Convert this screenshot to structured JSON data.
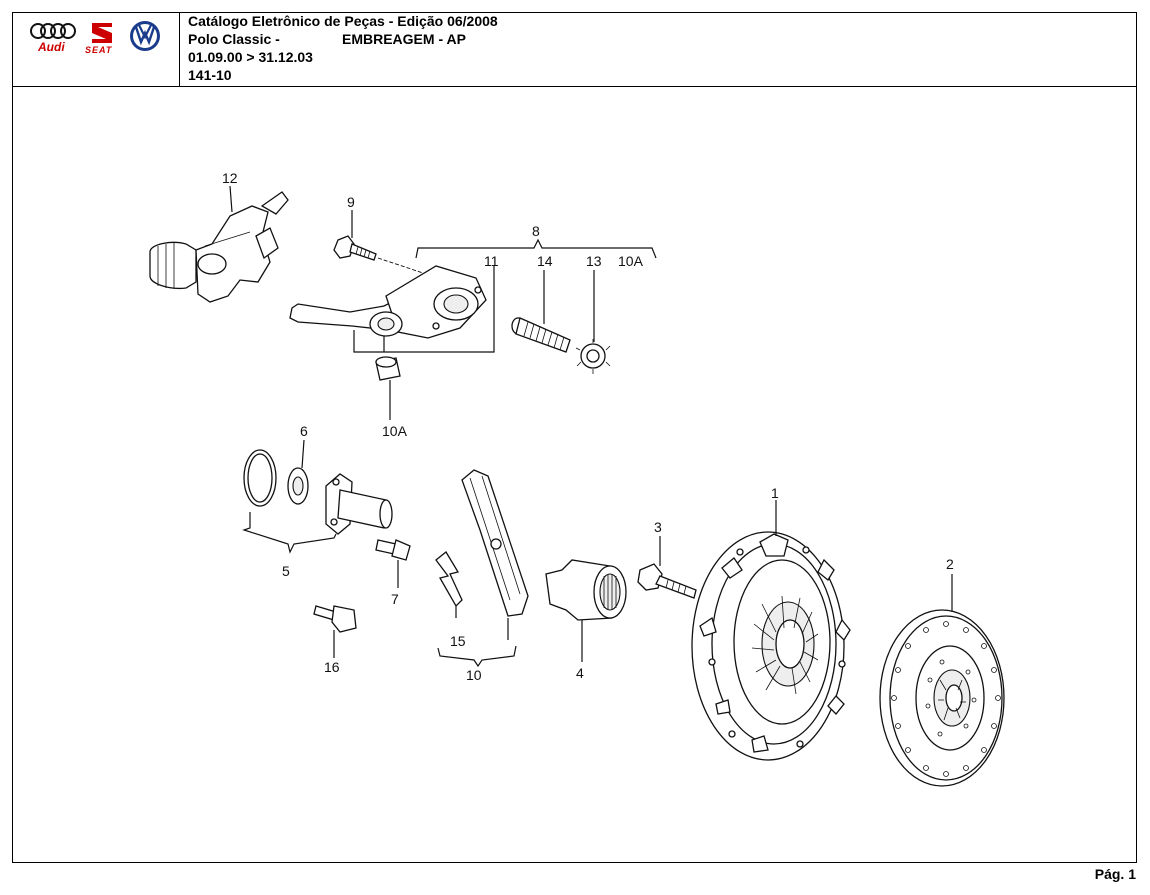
{
  "header": {
    "catalog_title": "Catálogo Eletrônico de Peças - Edição 06/2008",
    "model": "Polo Classic -",
    "group": "EMBREAGEM - AP",
    "date_range": "01.09.00 > 31.12.03",
    "page_code": "141-10"
  },
  "logos": {
    "audi_text": "Audi",
    "seat_text": "SEAT",
    "vw_text": "VW",
    "audi_color": "#cc0000",
    "seat_color": "#cc0000",
    "vw_color": "#1a3c8c"
  },
  "callouts": {
    "c1": "1",
    "c2": "2",
    "c3": "3",
    "c4": "4",
    "c5": "5",
    "c6": "6",
    "c7": "7",
    "c8": "8",
    "c9": "9",
    "c10": "10",
    "c10a_top": "10A",
    "c10a_bottom": "10A",
    "c11": "11",
    "c12": "12",
    "c13": "13",
    "c14": "14",
    "c15": "15",
    "c16": "16"
  },
  "footer": {
    "page_label": "Pág. 1"
  }
}
